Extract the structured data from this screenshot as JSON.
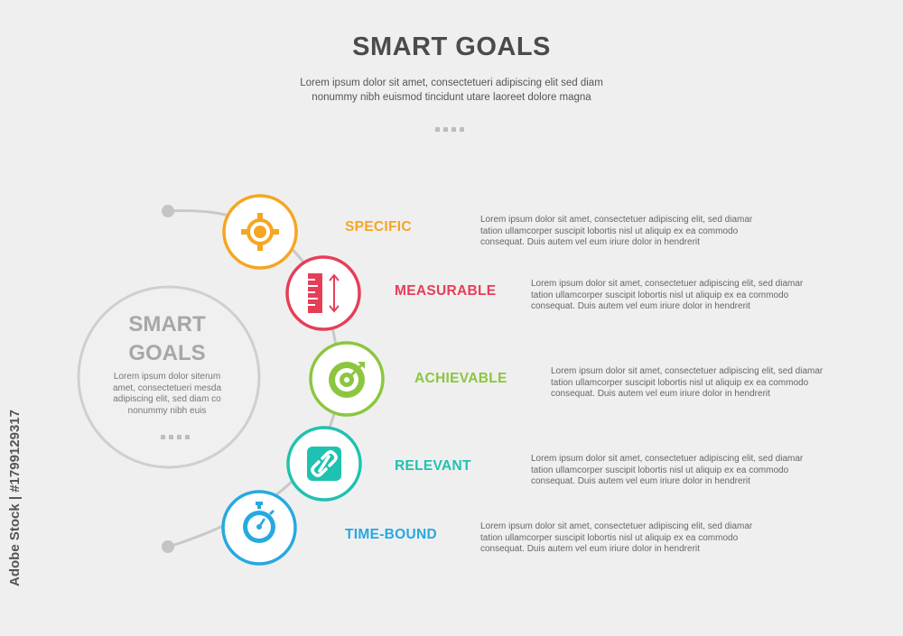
{
  "header": {
    "title": "SMART GOALS",
    "intro": "Lorem ipsum dolor sit amet, consectetueri adipiscing elit sed diam nonummy nibh euismod tincidunt utare laoreet dolore magna"
  },
  "center": {
    "title_line1": "SMART",
    "title_line2": "GOALS",
    "text": "Lorem ipsum dolor siterum amet, consectetueri mesda adipiscing elit, sed diam co nonummy nibh euis"
  },
  "steps": [
    {
      "label": "SPECIFIC",
      "color": "#f5a623",
      "icon": "crosshair-target-icon",
      "description": "Lorem ipsum dolor sit amet, consectetuer adipiscing elit, sed diamar tation ullamcorper suscipit lobortis nisl ut aliquip ex ea commodo consequat. Duis autem vel eum iriure dolor in hendrerit"
    },
    {
      "label": "MEASURABLE",
      "color": "#e63e57",
      "icon": "ruler-measure-icon",
      "description": "Lorem ipsum dolor sit amet, consectetuer adipiscing elit, sed diamar tation ullamcorper suscipit lobortis nisl ut aliquip ex ea commodo consequat. Duis autem vel eum iriure dolor in hendrerit"
    },
    {
      "label": "ACHIEVABLE",
      "color": "#8cc63f",
      "icon": "target-arrow-icon",
      "description": "Lorem ipsum dolor sit amet, consectetuer adipiscing elit, sed diamar tation ullamcorper suscipit lobortis nisl ut aliquip ex ea commodo consequat. Duis autem vel eum iriure dolor in hendrerit"
    },
    {
      "label": "RELEVANT",
      "color": "#1fc2b0",
      "icon": "link-chain-icon",
      "description": "Lorem ipsum dolor sit amet, consectetuer adipiscing elit, sed diamar tation ullamcorper suscipit lobortis nisl ut aliquip ex ea commodo consequat. Duis autem vel eum iriure dolor in hendrerit"
    },
    {
      "label": "TIME-BOUND",
      "color": "#26a9e0",
      "icon": "stopwatch-icon",
      "description": "Lorem ipsum dolor sit amet, consectetuer adipiscing elit, sed diamar tation ullamcorper suscipit lobortis nisl ut aliquip ex ea commodo consequat. Duis autem vel eum iriure dolor in hendrerit"
    }
  ],
  "watermark": {
    "side_text": "Adobe Stock | #1799129317"
  }
}
